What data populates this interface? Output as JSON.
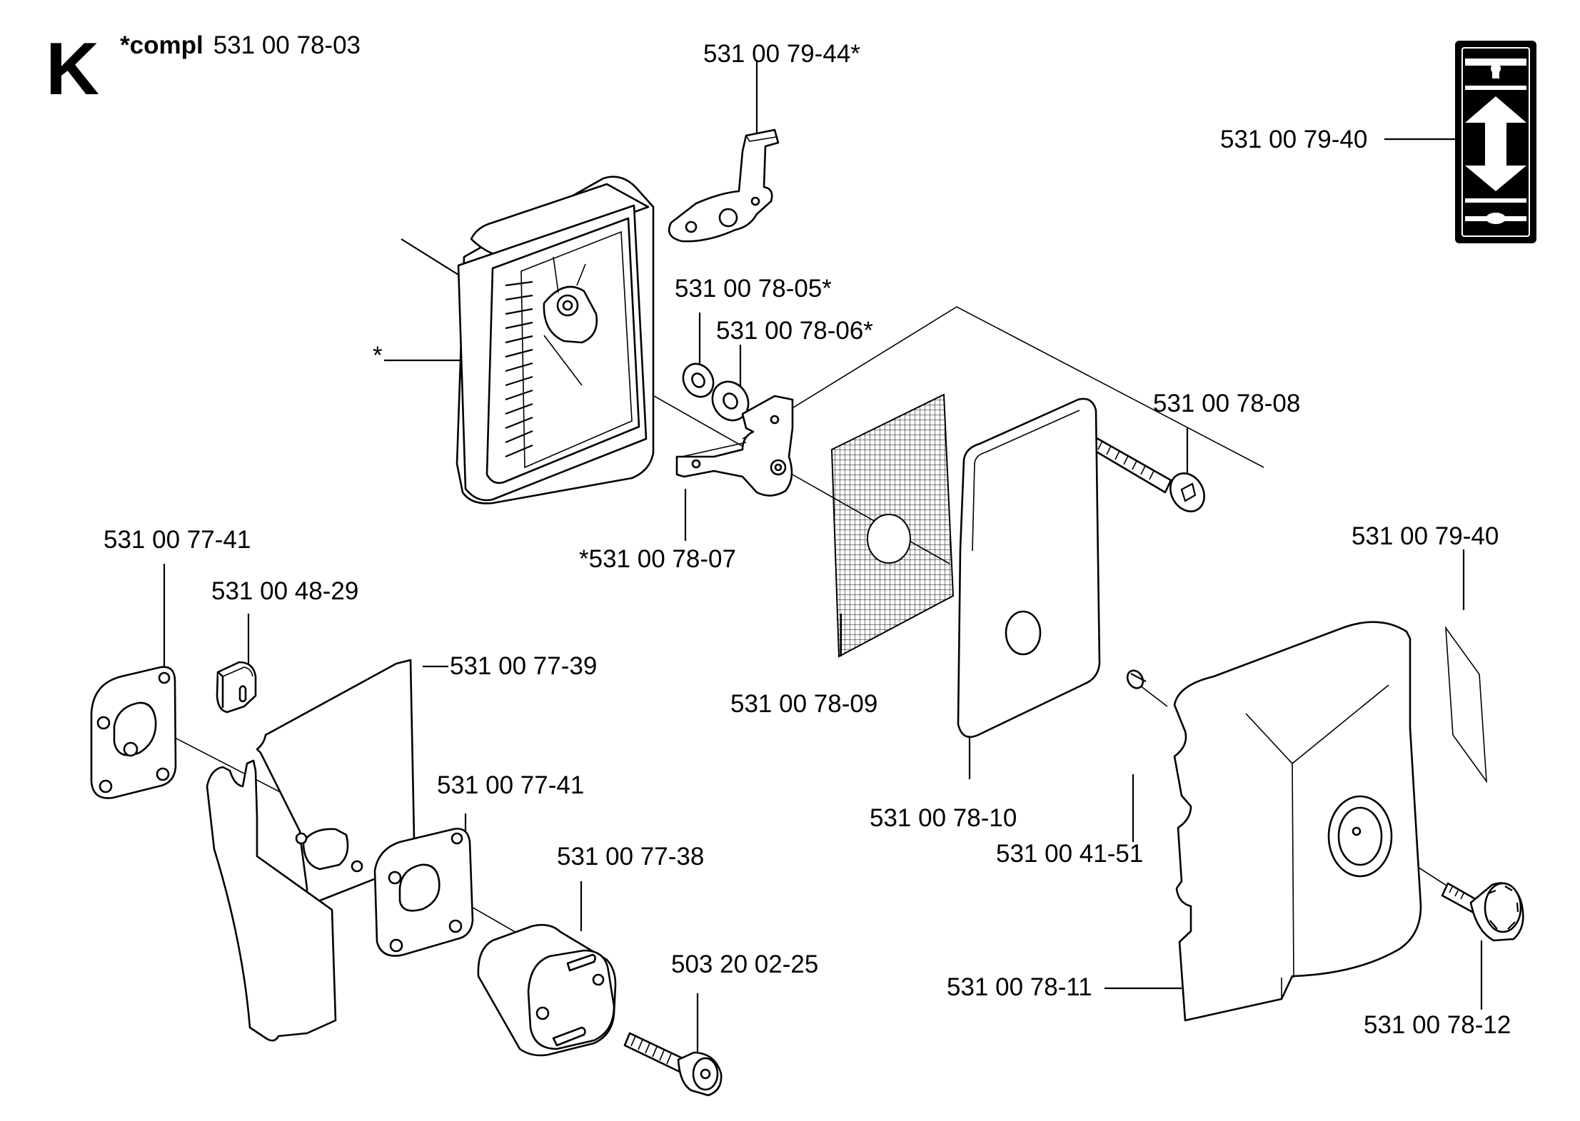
{
  "header": {
    "section_letter": "K",
    "compl_prefix": "*compl",
    "compl_number": "531 00 78-03"
  },
  "labels": {
    "p7944": "531 00 79-44*",
    "p7940_top": "531 00 79-40",
    "asterisk": "*",
    "p7805": "531 00 78-05*",
    "p7806": "531 00 78-06*",
    "p7808": "531 00 78-08",
    "p7807": "*531 00 78-07",
    "p7741_a": "531 00 77-41",
    "p4829": "531 00 48-29",
    "p7739": "531 00 77-39",
    "p7809": "531 00 78-09",
    "p7940_b": "531 00 79-40",
    "p7810": "531 00 78-10",
    "p4151": "531 00 41-51",
    "p7741_b": "531 00 77-41",
    "p7738": "531 00 77-38",
    "p0225": "503 20 02-25",
    "p7811": "531 00 78-11",
    "p7812": "531 00 78-12"
  }
}
